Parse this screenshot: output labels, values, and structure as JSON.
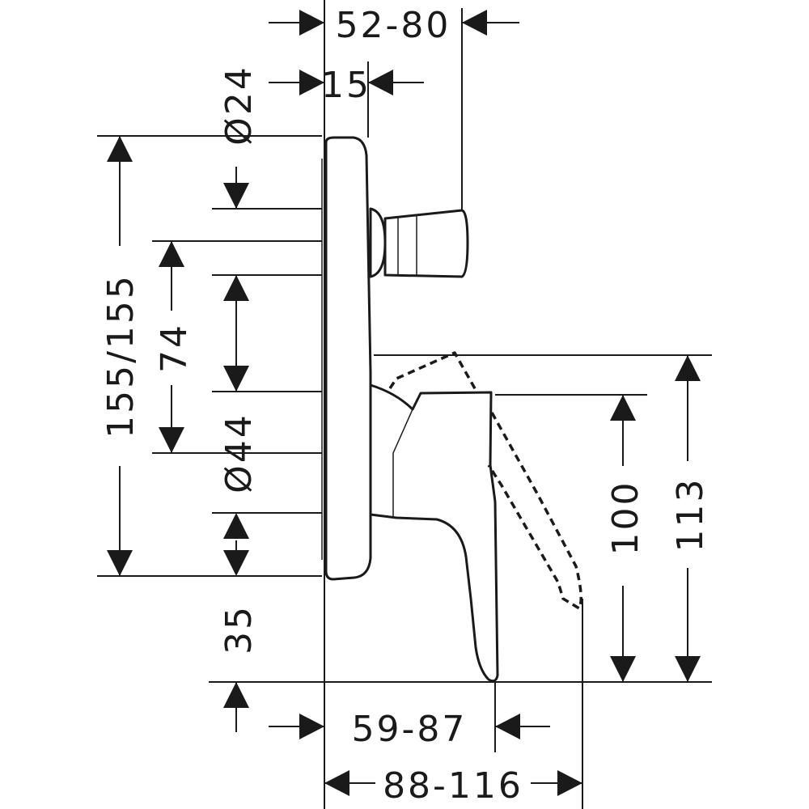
{
  "dimensions": {
    "socket_width": "52-80",
    "connector_width": "15",
    "diameter_top": "Ø24",
    "height_total": "155/155",
    "offset_74": "74",
    "diameter_mid": "Ø44",
    "height_35": "35",
    "height_100": "100",
    "height_113": "113",
    "projection_lever": "59-87",
    "projection_total": "88-116"
  }
}
